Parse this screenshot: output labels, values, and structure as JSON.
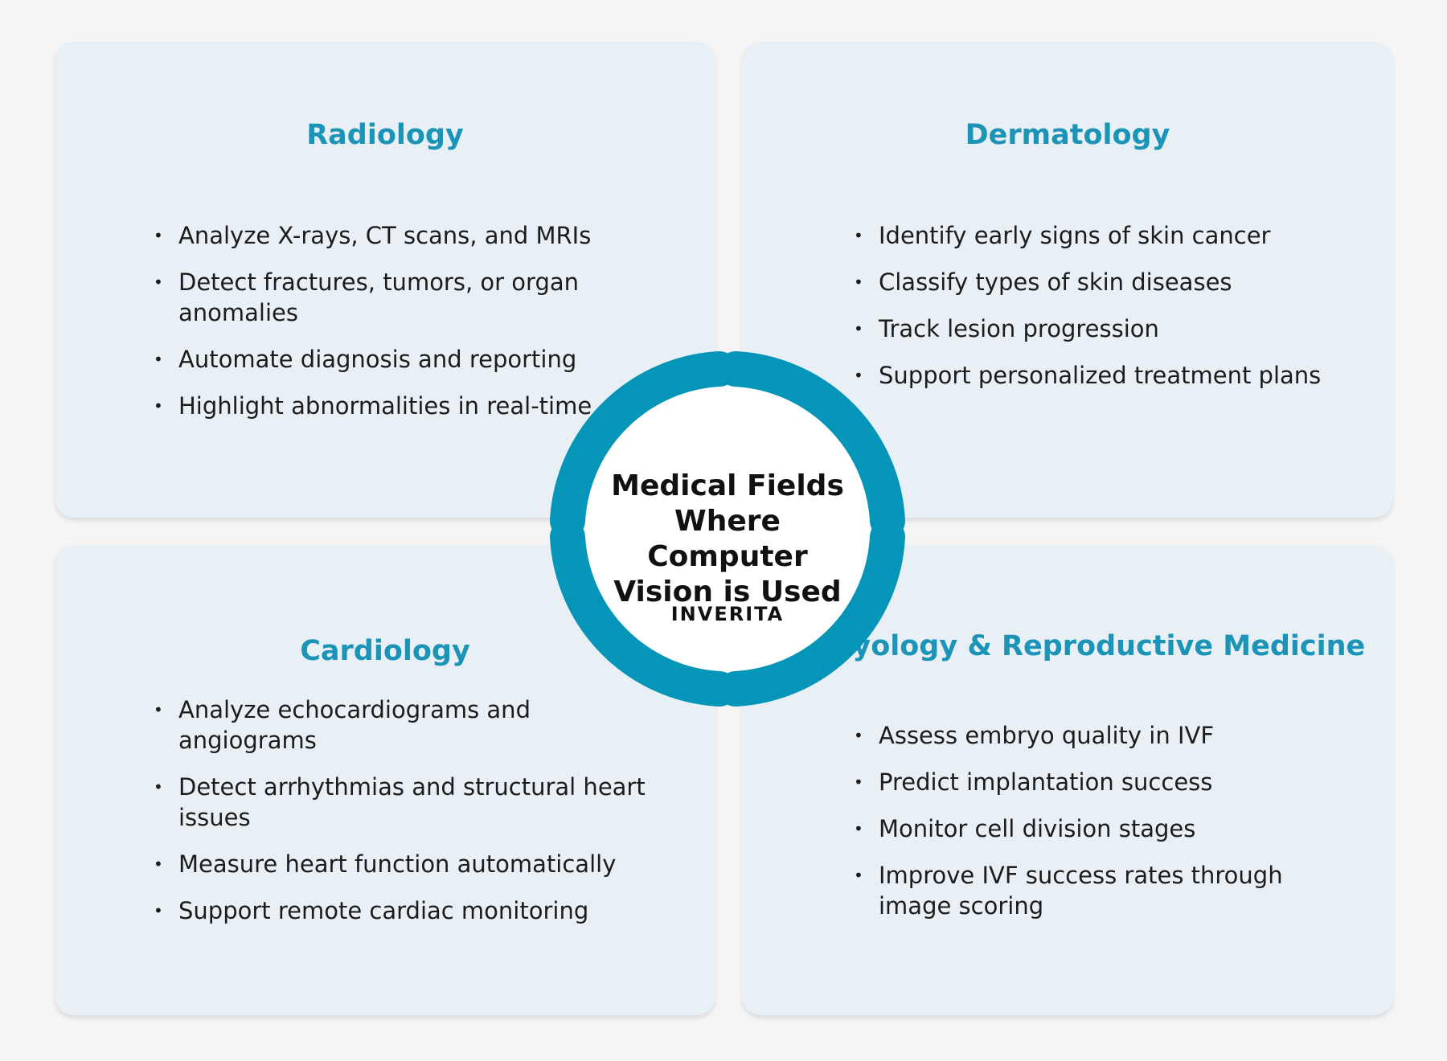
{
  "colors": {
    "background": "#f5f5f5",
    "card": "#e8eff5",
    "accent": "#1b94b8",
    "ring": "#0595b8",
    "text": "#1c1c1c"
  },
  "center": {
    "title": "Medical Fields Where Computer Vision is Used",
    "brand": "INVERITA"
  },
  "cards": [
    {
      "title": "Radiology",
      "bullets": [
        "Analyze X-rays, CT scans, and MRIs",
        "Detect fractures, tumors, or organ anomalies",
        "Automate diagnosis and reporting",
        "Highlight abnormalities in real-time"
      ]
    },
    {
      "title": "Dermatology",
      "bullets": [
        "Identify early signs of skin cancer",
        "Classify types of skin diseases",
        "Track lesion progression",
        "Support personalized treatment plans"
      ]
    },
    {
      "title": "Cardiology",
      "bullets": [
        "Analyze echocardiograms and angiograms",
        "Detect arrhythmias and structural heart issues",
        "Measure heart function automatically",
        "Support remote cardiac monitoring"
      ]
    },
    {
      "title": "Embryology & Reproductive Medicine",
      "bullets": [
        "Assess embryo quality in IVF",
        "Predict implantation success",
        "Monitor cell division stages",
        "Improve IVF success rates through image scoring"
      ]
    }
  ]
}
